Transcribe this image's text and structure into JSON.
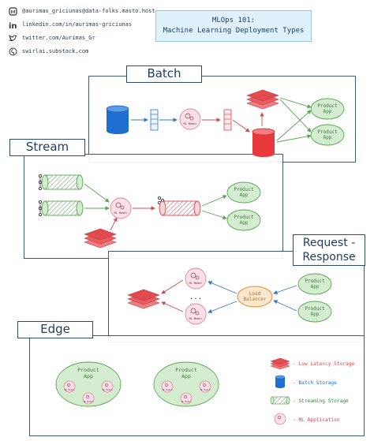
{
  "social": [
    {
      "icon": "mastodon-icon",
      "text": "@aurimas_griciunas@data-folks.masto.host"
    },
    {
      "icon": "linkedin-icon",
      "text": "linkedin.com/in/aurimas-griciunas"
    },
    {
      "icon": "twitter-icon",
      "text": "twitter.com/Aurimas_Gr"
    },
    {
      "icon": "substack-icon",
      "text": "swirlai.substack.com"
    }
  ],
  "title": {
    "line1": "MLOps 101:",
    "line2": "Machine Learning Deployment Types"
  },
  "sections": {
    "batch": "Batch",
    "stream": "Stream",
    "request_response_1": "Request -",
    "request_response_2": "Response",
    "edge": "Edge"
  },
  "nodes": {
    "ml_model": "ML Model",
    "product_app_1": "Product",
    "product_app_2": "App",
    "load_balancer_1": "Load",
    "load_balancer_2": "Balancer",
    "ellipsis": "..."
  },
  "legend": [
    {
      "icon": "low-latency-storage-icon",
      "text": "- Low Latency Storage",
      "color": "#e0484d"
    },
    {
      "icon": "batch-storage-icon",
      "text": "- Batch Storage",
      "color": "#1f6fd1"
    },
    {
      "icon": "streaming-storage-icon",
      "text": "- Streaming Storage",
      "color": "#2f8a3a"
    },
    {
      "icon": "ml-application-icon",
      "text": "- ML Application",
      "color": "#d23b63"
    }
  ],
  "colors": {
    "red": "#e14a4f",
    "blue": "#1f6fd1",
    "green_fill": "#d4edd0",
    "green_stroke": "#5aa354",
    "pink_fill": "#fbe1e7",
    "pink_stroke": "#d98a9c",
    "orange": "#e08a2a"
  }
}
